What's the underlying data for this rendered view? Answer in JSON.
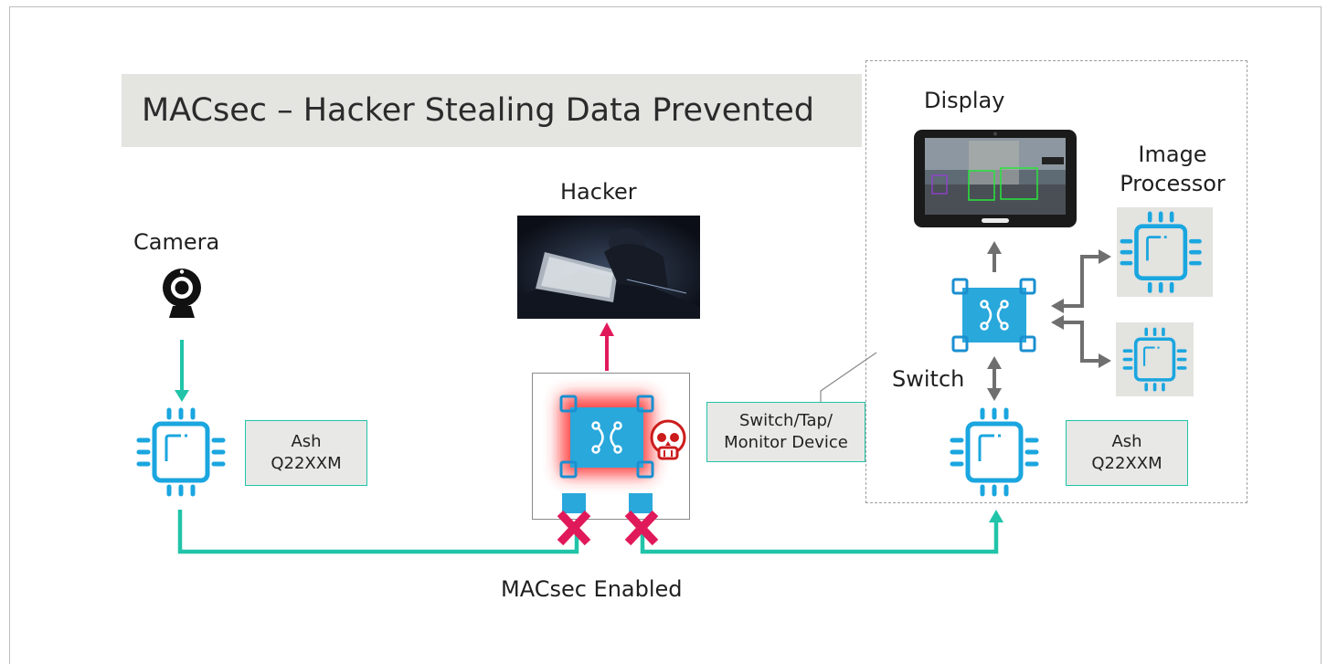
{
  "title": "MACsec – Hacker Stealing Data Prevented",
  "labels": {
    "hacker": "Hacker",
    "camera": "Camera",
    "display": "Display",
    "image_processor": "Image Processor",
    "switch": "Switch",
    "macsec": "MACsec Enabled"
  },
  "boxes": {
    "left_soc": {
      "line1": "Ash",
      "line2": "Q22XXM"
    },
    "right_soc": {
      "line1": "Ash",
      "line2": "Q22XXM"
    },
    "tap_device": {
      "line1": "Switch/Tap/",
      "line2": "Monitor Device"
    }
  },
  "colors": {
    "teal": "#21c4a8",
    "chip_blue": "#1aa6df",
    "switch_blue": "#29a8dc",
    "red_x": "#e0195a",
    "alert_red": "#cc1b1b",
    "gray_arrow": "#6f6f6f",
    "title_bg": "#e4e4e1"
  },
  "icons": [
    "webcam-icon",
    "chip-icon",
    "switch-icon",
    "skull-icon",
    "blocked-x-icon",
    "tablet-icon",
    "hacker-photo"
  ]
}
